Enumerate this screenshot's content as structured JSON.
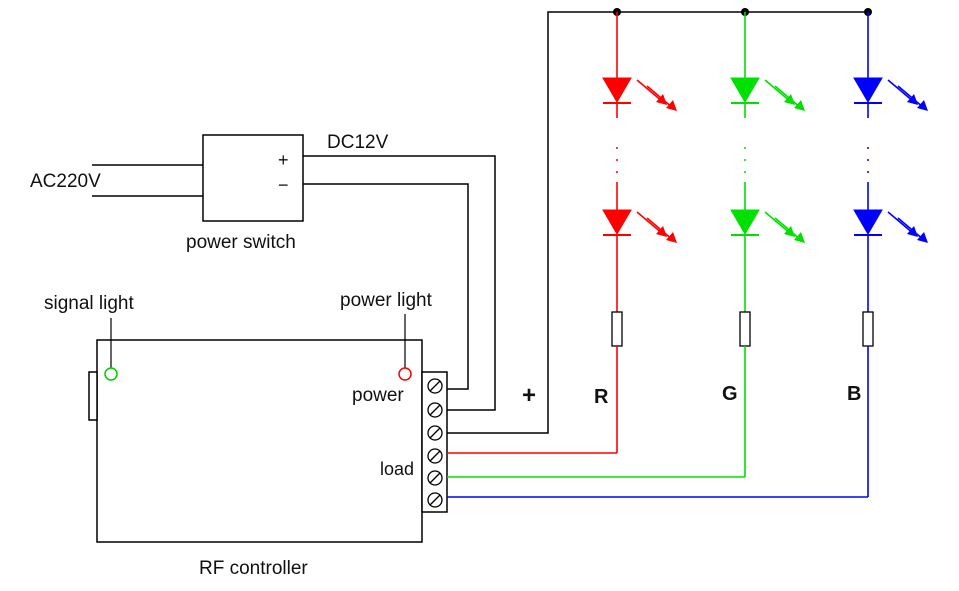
{
  "labels": {
    "ac": "AC220V",
    "dc": "DC12V",
    "plus_sign": "+",
    "minus_sign": "−",
    "power_switch": "power switch",
    "signal_light": "signal light",
    "power_light": "power light",
    "power": "power",
    "load": "load",
    "rf_controller": "RF controller",
    "common_plus": "+",
    "channel_r": "R",
    "channel_g": "G",
    "channel_b": "B"
  },
  "colors": {
    "wire": "#000000",
    "red": "#ff0000",
    "green": "#00e000",
    "blue": "#0000ff",
    "signal_light": "#00cc00",
    "power_light": "#ff0000"
  }
}
